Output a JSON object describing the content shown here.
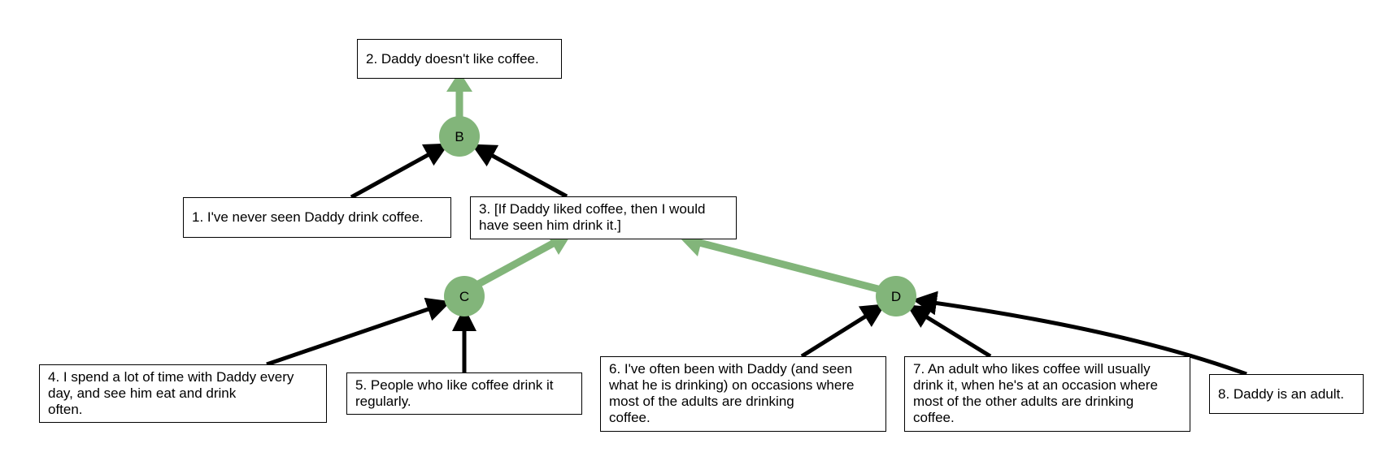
{
  "colors": {
    "green": "#82b57a",
    "black": "#000000"
  },
  "statements": [
    {
      "id": "s1",
      "text": "1. I've never seen Daddy drink coffee."
    },
    {
      "id": "s2",
      "text": "2. Daddy doesn't like coffee."
    },
    {
      "id": "s3",
      "text": "3. [If Daddy liked coffee, then I would\nhave seen him drink it.]"
    },
    {
      "id": "s4",
      "text": "4. I spend a lot of time with Daddy every\nday, and see him eat and drink\noften."
    },
    {
      "id": "s5",
      "text": "5. People who like coffee drink it\nregularly."
    },
    {
      "id": "s6",
      "text": "6. I've often been with Daddy (and seen\nwhat he is drinking) on occasions where\nmost of the adults are drinking\ncoffee."
    },
    {
      "id": "s7",
      "text": "7. An adult who likes coffee will usually\ndrink it, when he's at an occasion where\nmost of the other adults are drinking\ncoffee."
    },
    {
      "id": "s8",
      "text": "8. Daddy is an adult."
    }
  ],
  "nodes": [
    {
      "id": "B",
      "label": "B"
    },
    {
      "id": "C",
      "label": "C"
    },
    {
      "id": "D",
      "label": "D"
    }
  ]
}
